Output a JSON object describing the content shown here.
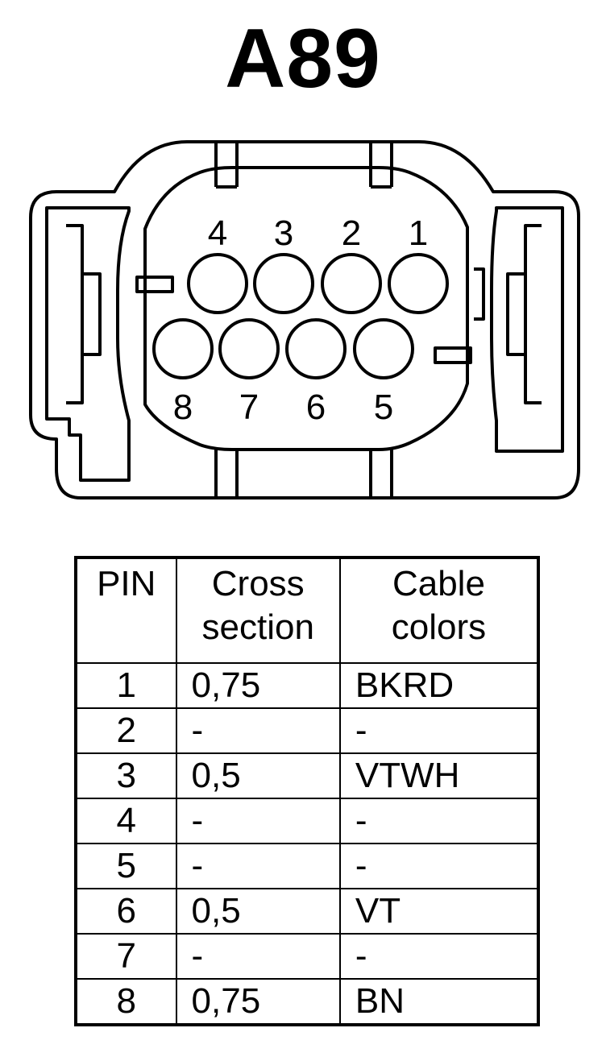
{
  "connector": {
    "title": "A89",
    "pins": [
      {
        "label": "4",
        "row": "top",
        "col": 0
      },
      {
        "label": "3",
        "row": "top",
        "col": 1
      },
      {
        "label": "2",
        "row": "top",
        "col": 2
      },
      {
        "label": "1",
        "row": "top",
        "col": 3
      },
      {
        "label": "8",
        "row": "bottom",
        "col": 0
      },
      {
        "label": "7",
        "row": "bottom",
        "col": 1
      },
      {
        "label": "6",
        "row": "bottom",
        "col": 2
      },
      {
        "label": "5",
        "row": "bottom",
        "col": 3
      }
    ]
  },
  "table": {
    "headers": {
      "pin": "PIN",
      "cross_line1": "Cross",
      "cross_line2": "section",
      "color_line1": "Cable",
      "color_line2": "colors"
    },
    "rows": [
      {
        "pin": "1",
        "cross": "0,75",
        "color": "BKRD"
      },
      {
        "pin": "2",
        "cross": "-",
        "color": "-"
      },
      {
        "pin": "3",
        "cross": "0,5",
        "color": "VTWH"
      },
      {
        "pin": "4",
        "cross": "-",
        "color": "-"
      },
      {
        "pin": "5",
        "cross": "-",
        "color": "-"
      },
      {
        "pin": "6",
        "cross": "0,5",
        "color": "VT"
      },
      {
        "pin": "7",
        "cross": "-",
        "color": "-"
      },
      {
        "pin": "8",
        "cross": "0,75",
        "color": "BN"
      }
    ]
  }
}
